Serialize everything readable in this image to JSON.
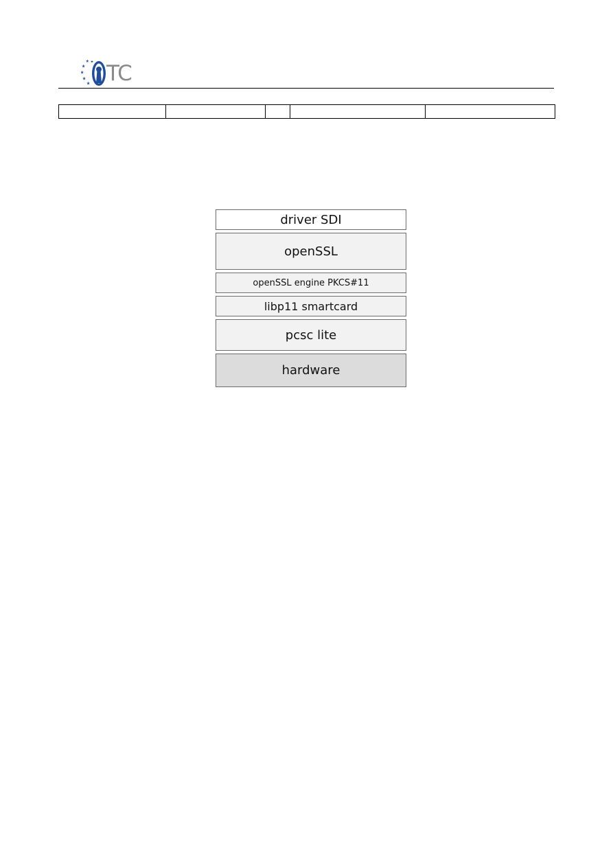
{
  "header": {
    "logo": {
      "text": "TC",
      "mark": "keyhole-with-stars-icon",
      "colors": {
        "mark": "#1f4f9c",
        "text": "#8a8a8a"
      }
    },
    "table_cells": [
      "",
      "",
      "",
      "",
      ""
    ]
  },
  "diagram": {
    "layers": [
      {
        "label": "driver SDI",
        "fill": "#ffffff"
      },
      {
        "label": "openSSL",
        "fill": "#f2f2f2"
      },
      {
        "label": "openSSL engine PKCS#11",
        "fill": "#f2f2f2"
      },
      {
        "label": "libp11 smartcard",
        "fill": "#f2f2f2"
      },
      {
        "label": "pcsc lite",
        "fill": "#f2f2f2"
      },
      {
        "label": "hardware",
        "fill": "#dcdcdc"
      }
    ]
  }
}
